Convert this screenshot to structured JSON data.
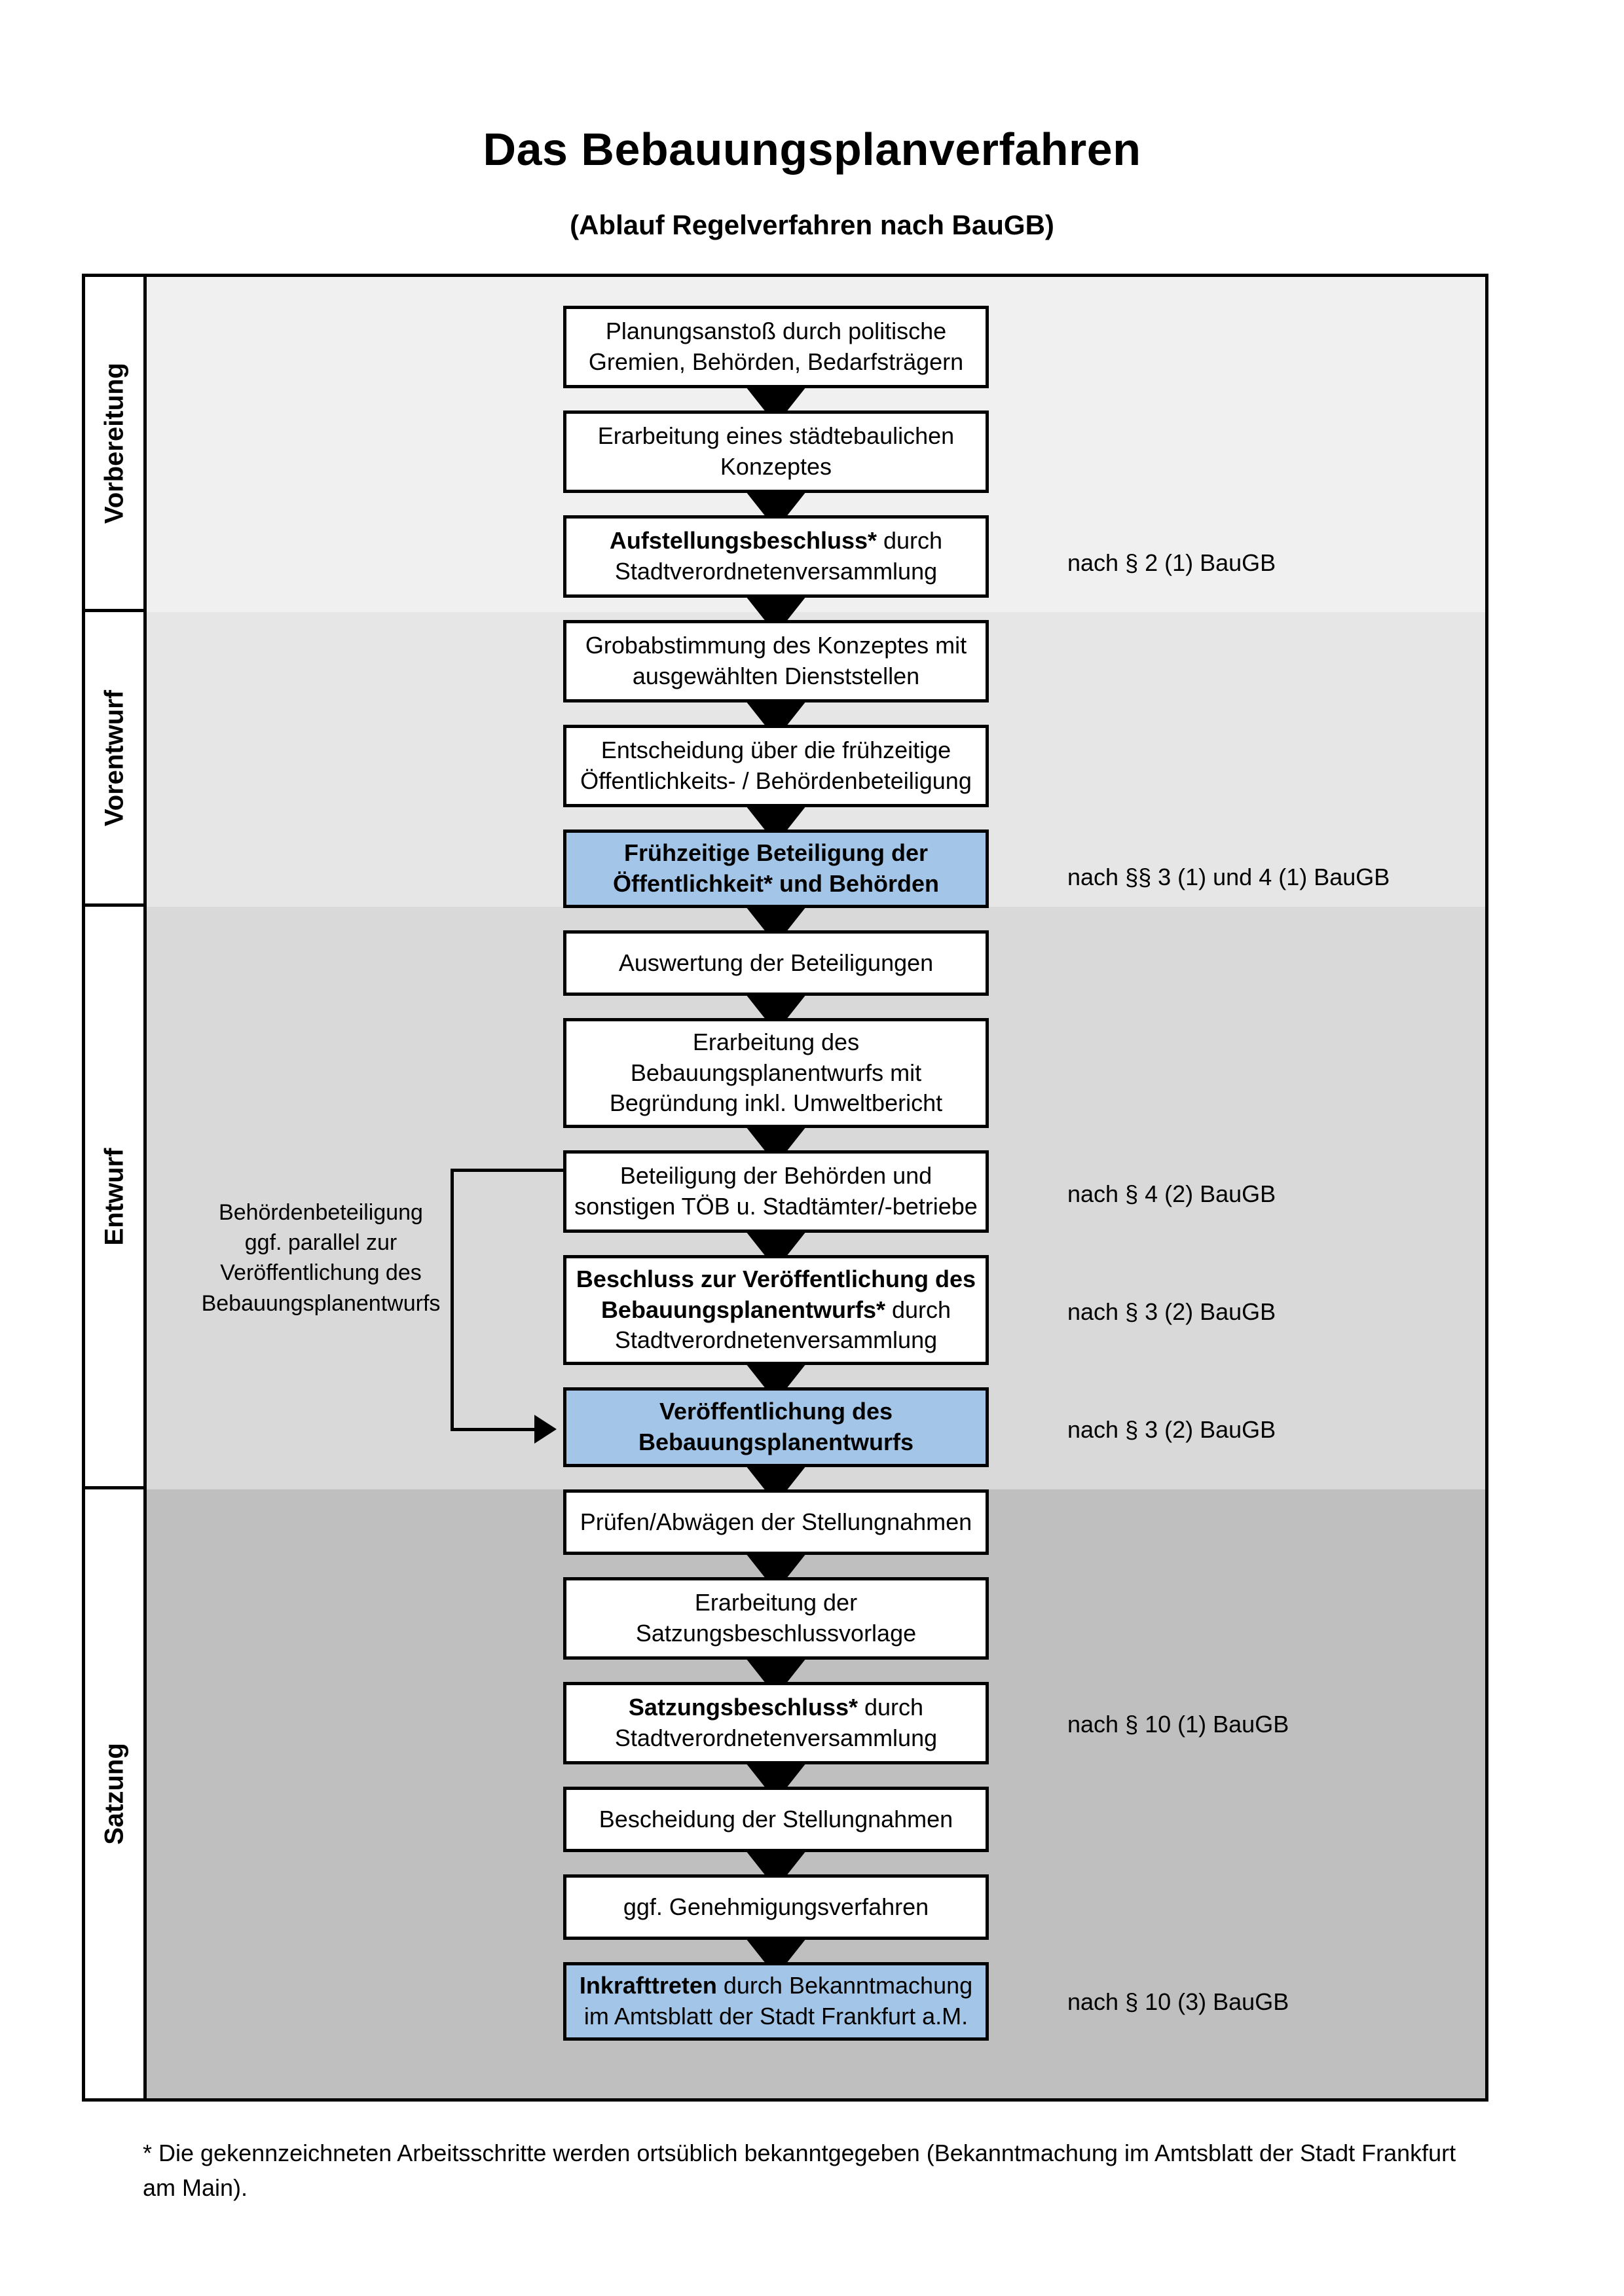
{
  "header": {
    "title": "Das Bebauungsplanverfahren",
    "subtitle": "(Ablauf Regelverfahren nach BauGB)"
  },
  "phases": [
    {
      "label": "Vorbereitung",
      "band_color": "#F0F0F0"
    },
    {
      "label": "Vorentwurf",
      "band_color": "#E6E6E6"
    },
    {
      "label": "Entwurf",
      "band_color": "#D9D9D9"
    },
    {
      "label": "Satzung",
      "band_color": "#BFBFBF"
    }
  ],
  "colors": {
    "highlight_blue": "#A3C6E8",
    "box_border": "#000000",
    "box_fill": "#FFFFFF"
  },
  "steps": [
    {
      "id": "planungsanstoss",
      "phase": "Vorbereitung",
      "highlighted": false,
      "line1_bold": "",
      "line1": "Planungsanstoß durch politische",
      "line2_bold": "",
      "line2": "Gremien, Behörden, Bedarfsträgern",
      "line3": ""
    },
    {
      "id": "staedtebauliches-konzept",
      "phase": "Vorbereitung",
      "highlighted": false,
      "line1_bold": "",
      "line1": "Erarbeitung eines städtebaulichen",
      "line2_bold": "",
      "line2": "Konzeptes",
      "line3": ""
    },
    {
      "id": "aufstellungsbeschluss",
      "phase": "Vorbereitung",
      "highlighted": false,
      "line1_bold": "Aufstellungsbeschluss*",
      "line1": " durch",
      "line2_bold": "",
      "line2": "Stadtverordnetenversammlung",
      "line3": ""
    },
    {
      "id": "grobabstimmung",
      "phase": "Vorentwurf",
      "highlighted": false,
      "line1_bold": "",
      "line1": "Grobabstimmung des Konzeptes mit",
      "line2_bold": "",
      "line2": "ausgewählten Dienststellen",
      "line3": ""
    },
    {
      "id": "entscheidung-fruehzeitige-beteiligung",
      "phase": "Vorentwurf",
      "highlighted": false,
      "line1_bold": "",
      "line1": "Entscheidung über die frühzeitige",
      "line2_bold": "",
      "line2": "Öffentlichkeits- / Behördenbeteiligung",
      "line3": ""
    },
    {
      "id": "fruehzeitige-beteiligung",
      "phase": "Vorentwurf",
      "highlighted": true,
      "line1_bold": "Frühzeitige Beteiligung der",
      "line1": "",
      "line2_bold": "Öffentlichkeit* und Behörden",
      "line2": "",
      "line3": ""
    },
    {
      "id": "auswertung-beteiligungen",
      "phase": "Entwurf",
      "highlighted": false,
      "line1_bold": "",
      "line1": "Auswertung der Beteiligungen",
      "line2_bold": "",
      "line2": "",
      "line3": ""
    },
    {
      "id": "erarbeitung-bebauungsplanentwurf",
      "phase": "Entwurf",
      "highlighted": false,
      "line1_bold": "",
      "line1": "Erarbeitung des",
      "line2_bold": "",
      "line2": "Bebauungsplanentwurfs mit",
      "line3": "Begründung inkl. Umweltbericht"
    },
    {
      "id": "beteiligung-behoerden-toeb",
      "phase": "Entwurf",
      "highlighted": false,
      "line1_bold": "",
      "line1": "Beteiligung der Behörden und",
      "line2_bold": "",
      "line2": "sonstigen TÖB u. Stadtämter/-betriebe",
      "line3": ""
    },
    {
      "id": "beschluss-veroeffentlichung",
      "phase": "Entwurf",
      "highlighted": false,
      "line1_bold": "Beschluss zur Veröffentlichung des",
      "line1": "",
      "line2_bold": "Bebauungsplanentwurfs*",
      "line2": " durch",
      "line3": "Stadtverordnetenversammlung"
    },
    {
      "id": "veroeffentlichung-entwurf",
      "phase": "Entwurf",
      "highlighted": true,
      "line1_bold": "Veröffentlichung des",
      "line1": "",
      "line2_bold": "Bebauungsplanentwurfs",
      "line2": "",
      "line3": ""
    },
    {
      "id": "pruefen-abwaegen",
      "phase": "Satzung",
      "highlighted": false,
      "line1_bold": "",
      "line1": "Prüfen/Abwägen der Stellungnahmen",
      "line2_bold": "",
      "line2": "",
      "line3": ""
    },
    {
      "id": "satzungsbeschlussvorlage",
      "phase": "Satzung",
      "highlighted": false,
      "line1_bold": "",
      "line1": "Erarbeitung der",
      "line2_bold": "",
      "line2": "Satzungsbeschlussvorlage",
      "line3": ""
    },
    {
      "id": "satzungsbeschluss",
      "phase": "Satzung",
      "highlighted": false,
      "line1_bold": "Satzungsbeschluss*",
      "line1": " durch",
      "line2_bold": "",
      "line2": "Stadtverordnetenversammlung",
      "line3": ""
    },
    {
      "id": "bescheidung-stellungnahmen",
      "phase": "Satzung",
      "highlighted": false,
      "line1_bold": "",
      "line1": "Bescheidung der Stellungnahmen",
      "line2_bold": "",
      "line2": "",
      "line3": ""
    },
    {
      "id": "genehmigungsverfahren",
      "phase": "Satzung",
      "highlighted": false,
      "line1_bold": "",
      "line1": "ggf. Genehmigungsverfahren",
      "line2_bold": "",
      "line2": "",
      "line3": ""
    },
    {
      "id": "inkrafttreten",
      "phase": "Satzung",
      "highlighted": true,
      "line1_bold": "Inkrafttreten",
      "line1": " durch Bekanntmachung",
      "line2_bold": "",
      "line2": "im Amtsblatt der Stadt Frankfurt a.M.",
      "line3": ""
    }
  ],
  "legal_references": [
    {
      "id": "ref-aufstellungsbeschluss",
      "text": "nach § 2 (1) BauGB"
    },
    {
      "id": "ref-fruehzeitige-beteiligung",
      "text": "nach §§ 3 (1) und 4 (1) BauGB"
    },
    {
      "id": "ref-beteiligung-behoerden",
      "text": "nach § 4 (2) BauGB"
    },
    {
      "id": "ref-beschluss-veroeffentlichung",
      "text": "nach § 3 (2) BauGB"
    },
    {
      "id": "ref-veroeffentlichung",
      "text": "nach § 3 (2) BauGB"
    },
    {
      "id": "ref-satzungsbeschluss",
      "text": "nach § 10 (1) BauGB"
    },
    {
      "id": "ref-inkrafttreten",
      "text": "nach § 10 (3) BauGB"
    }
  ],
  "side_note": {
    "line1": "Behördenbeteiligung",
    "line2": "ggf. parallel zur",
    "line3": "Veröffentlichung des",
    "line4": "Bebauungsplanentwurfs"
  },
  "footnote": {
    "text": "* Die gekennzeichneten Arbeitsschritte werden ortsüblich bekanntgegeben (Bekanntmachung im Amtsblatt  der Stadt Frankfurt am Main)."
  }
}
